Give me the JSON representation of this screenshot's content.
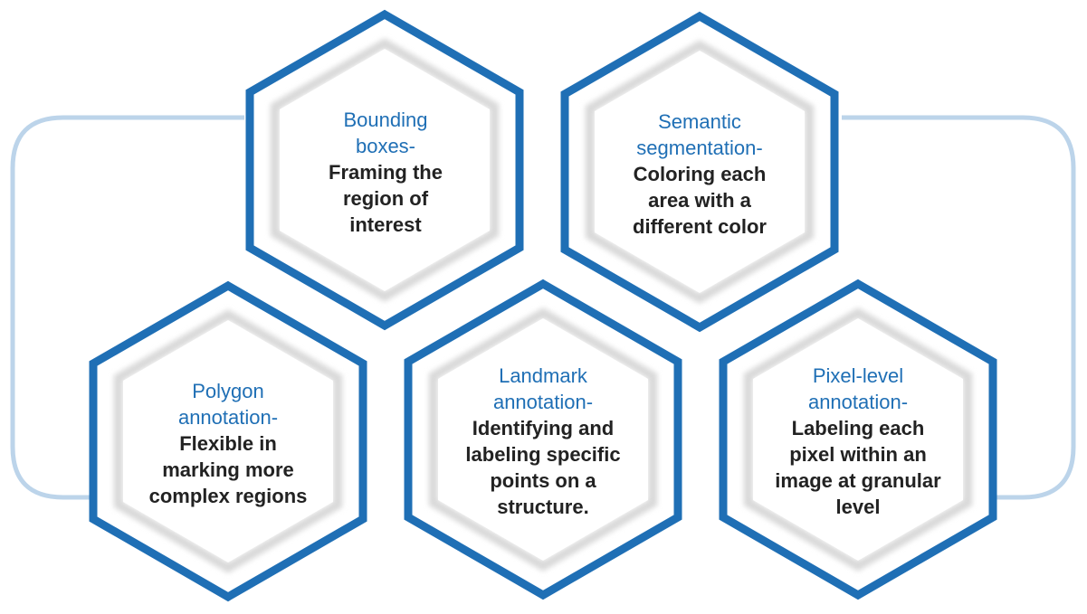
{
  "colors": {
    "hex_border": "#1f6fb5",
    "hex_inner_shadow": "#d9d9d9",
    "connector_line": "#bcd4ea",
    "title_text": "#1f6fb5",
    "body_text": "#222222"
  },
  "items": [
    {
      "title": "Bounding\nboxes-",
      "description": "Framing the\nregion of\ninterest"
    },
    {
      "title": "Semantic\nsegmentation-",
      "description": "Coloring each\narea with a\ndifferent color"
    },
    {
      "title": "Polygon\nannotation-",
      "description": "Flexible in\nmarking more\ncomplex regions"
    },
    {
      "title": "Landmark\nannotation-",
      "description": "Identifying and\nlabeling specific\npoints on a\nstructure."
    },
    {
      "title": "Pixel-level\nannotation-",
      "description": "Labeling each\npixel within an\nimage at granular\nlevel"
    }
  ]
}
